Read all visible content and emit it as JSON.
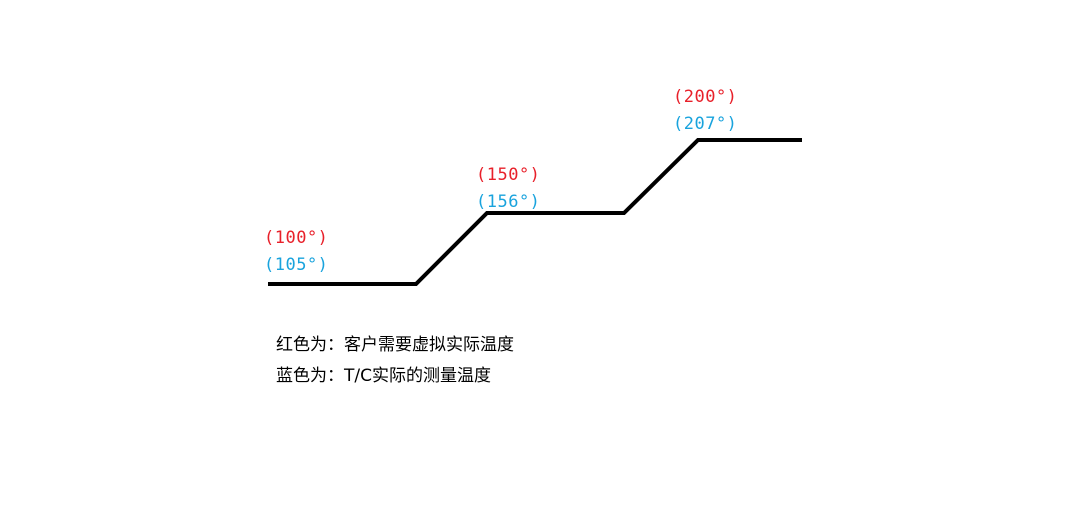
{
  "colors": {
    "line": "#000000",
    "target": "#e8202a",
    "actual": "#19a3dd"
  },
  "profile": {
    "steps": [
      {
        "target_label": "(100°)",
        "actual_label": "(105°)"
      },
      {
        "target_label": "(150°)",
        "actual_label": "(156°)"
      },
      {
        "target_label": "(200°)",
        "actual_label": "(207°)"
      }
    ]
  },
  "legend": {
    "red_line": "红色为：客户需要虚拟实际温度",
    "blue_line": "蓝色为：T/C实际的测量温度"
  }
}
